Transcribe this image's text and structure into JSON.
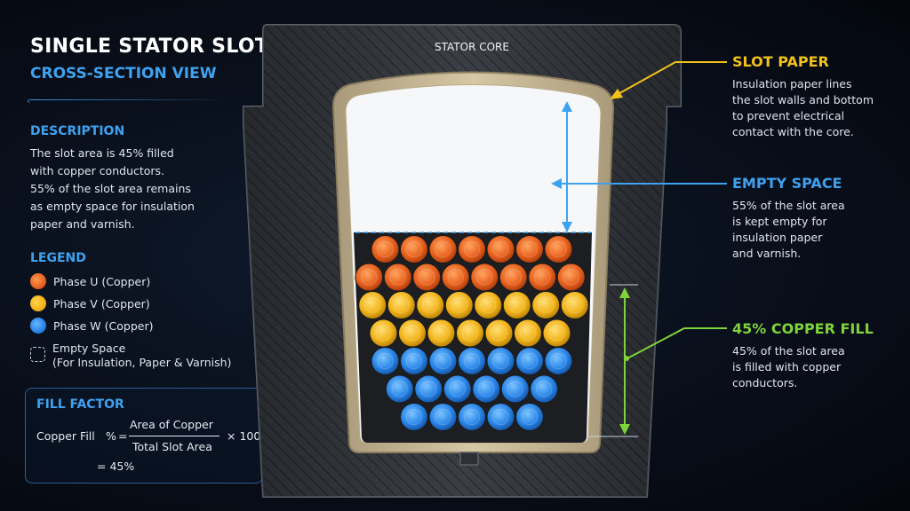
{
  "header": {
    "title": "SINGLE STATOR SLOT",
    "subtitle": "CROSS-SECTION VIEW"
  },
  "description": {
    "heading": "DESCRIPTION",
    "lines": [
      "The slot area is 45% filled",
      "with copper conductors.",
      "55% of the slot area remains",
      "as empty space for insulation",
      "paper and varnish."
    ]
  },
  "legend": {
    "heading": "LEGEND",
    "items": [
      {
        "label": "Phase U (Copper)",
        "color": "#e8621f"
      },
      {
        "label": "Phase V (Copper)",
        "color": "#f2b41a"
      },
      {
        "label": "Phase W (Copper)",
        "color": "#2a86e8"
      },
      {
        "label": "Empty Space",
        "sublabel": "(For Insulation, Paper & Varnish)"
      }
    ]
  },
  "fill_factor": {
    "heading": "FILL FACTOR",
    "lhs": "Copper Fill",
    "percent_sign": "%",
    "equals": "=",
    "numerator": "Area of Copper",
    "denominator": "Total Slot Area",
    "multiplier": "× 100",
    "result": "= 45%"
  },
  "diagram": {
    "core_label": "STATOR CORE",
    "copper_fill_fraction": 0.45,
    "empty_fraction": 0.55,
    "conductor_rows": [
      {
        "phase": "U",
        "count": 7
      },
      {
        "phase": "U",
        "count": 8
      },
      {
        "phase": "V",
        "count": 8
      },
      {
        "phase": "V",
        "count": 7
      },
      {
        "phase": "W",
        "count": 7
      },
      {
        "phase": "W",
        "count": 6
      },
      {
        "phase": "W",
        "count": 5
      }
    ]
  },
  "callouts": {
    "slot_paper": {
      "title": "SLOT PAPER",
      "color": "#f2c21a",
      "lines": [
        "Insulation paper lines",
        "the slot walls and bottom",
        "to prevent electrical",
        "contact with the core."
      ]
    },
    "empty_space": {
      "title": "EMPTY SPACE",
      "color": "#3fa2f0",
      "lines": [
        "55% of the slot area",
        "is kept empty for",
        "insulation paper",
        "and varnish."
      ]
    },
    "copper_fill": {
      "title": "45% COPPER FILL",
      "color": "#7ed43a",
      "lines": [
        "45% of the slot area",
        "is filled with copper",
        "conductors."
      ]
    }
  },
  "colors": {
    "phase_u": "#e8621f",
    "phase_v": "#f2b41a",
    "phase_w": "#2a86e8",
    "accent_blue": "#3fa2f0",
    "accent_yellow": "#f2c21a",
    "accent_green": "#7ed43a"
  }
}
